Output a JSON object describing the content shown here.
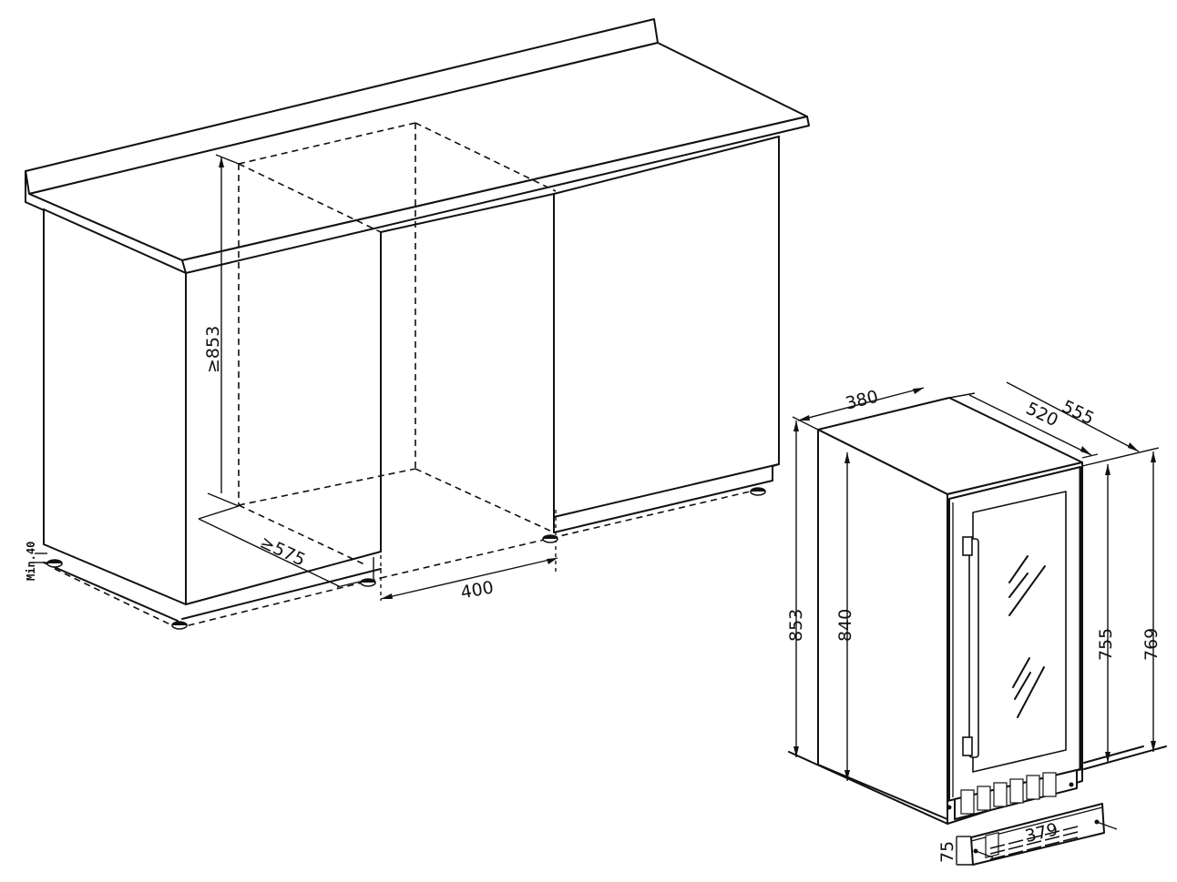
{
  "figure": {
    "type": "installation dimension drawing",
    "views": [
      "built-in cabinet niche",
      "wine cooler appliance"
    ]
  },
  "cabinet": {
    "niche_height": "853",
    "niche_height_prefix": "≥",
    "niche_depth": "575",
    "niche_depth_prefix": "≥",
    "niche_width": "400",
    "plinth_label": "Min.40"
  },
  "appliance": {
    "width": "380",
    "depth_body": "520",
    "depth_total": "555",
    "height_total": "853",
    "height_body": "840",
    "door_height": "755",
    "side_height": "769",
    "kickplate_width": "379",
    "kickplate_height": "75"
  },
  "colors": {
    "line": "#111111",
    "background": "#ffffff"
  }
}
